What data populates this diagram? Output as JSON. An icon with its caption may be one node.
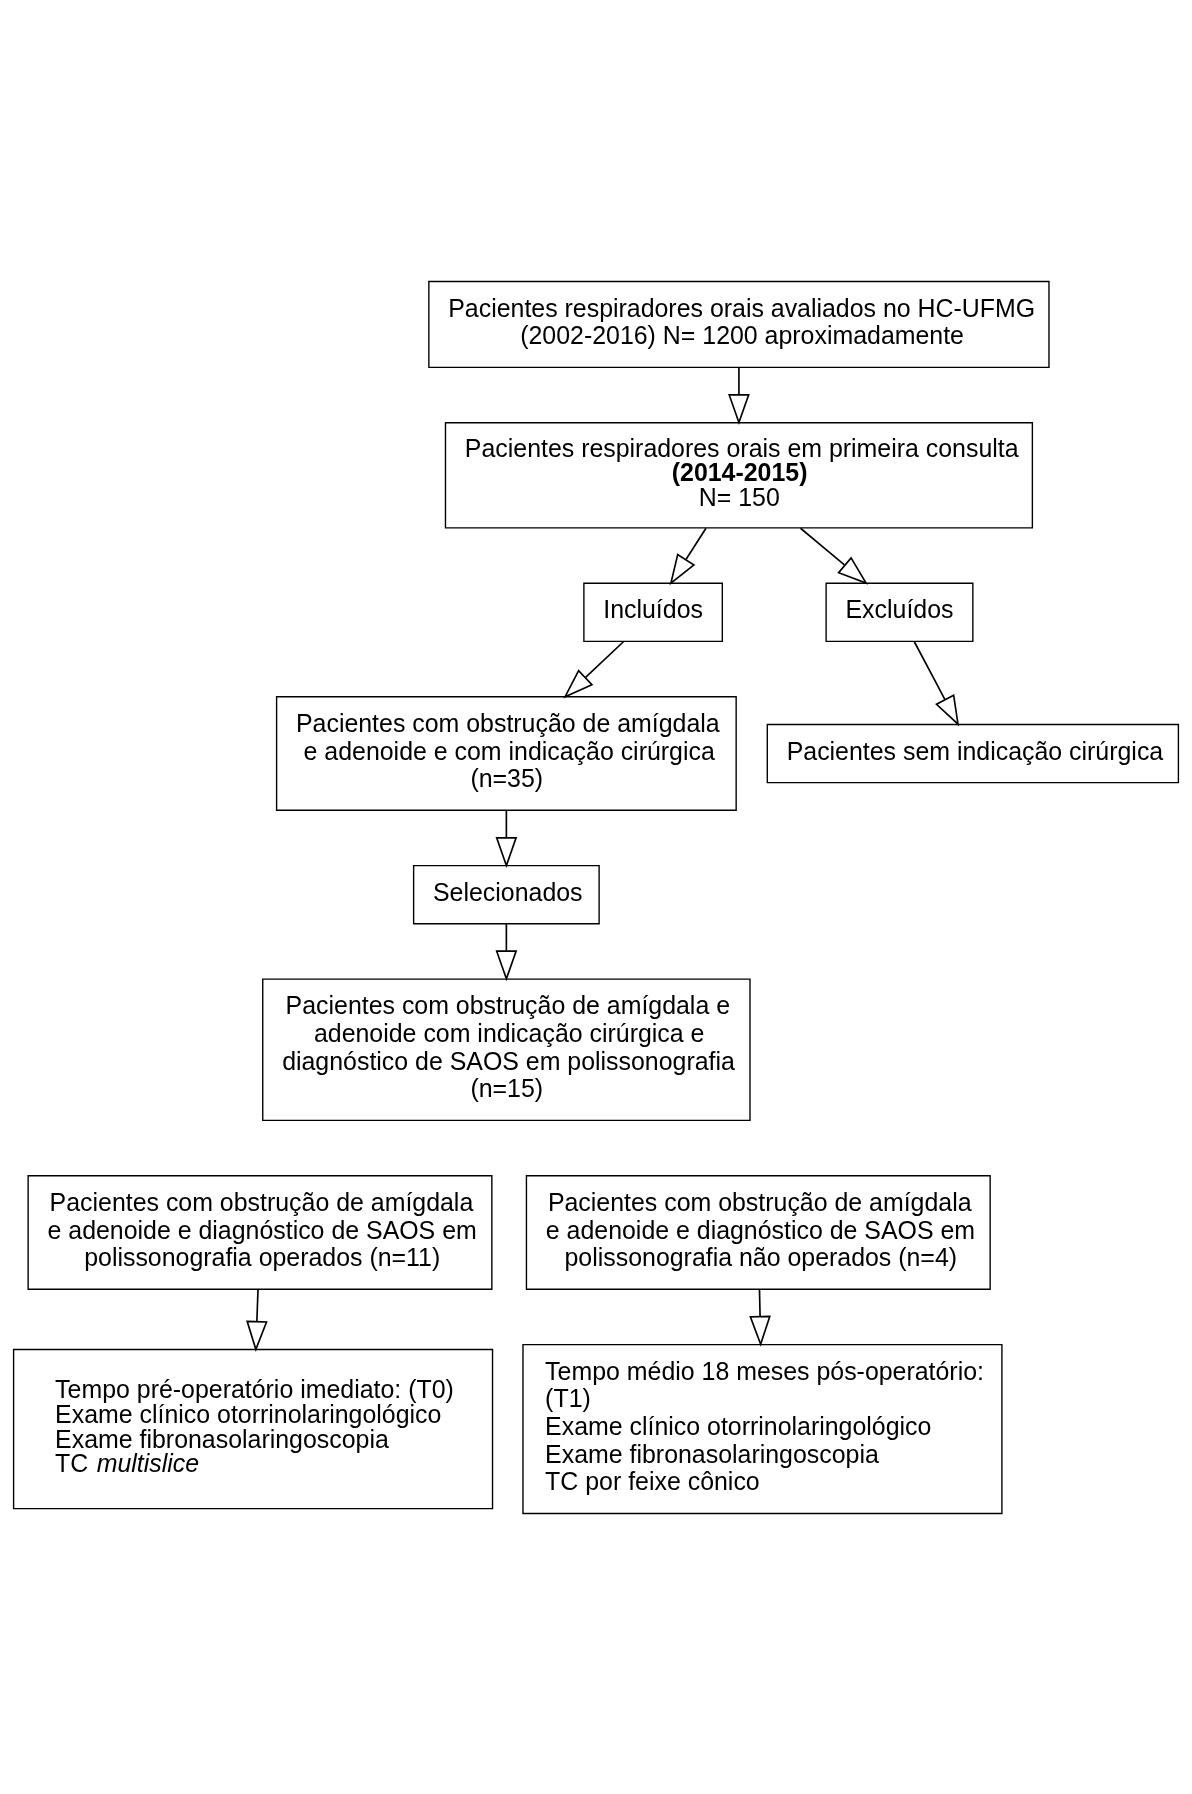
{
  "diagram": {
    "nodes": [
      {
        "text": [
          "Pacientes respiradores orais avaliados no HC-UFMG (2002-2016) N= 1200 aproximadamente"
        ]
      },
      {
        "text": [
          "Pacientes respiradores orais em primeira consulta **(2014-2015)** N= 150"
        ]
      },
      {
        "text": [
          "Incluídos"
        ]
      },
      {
        "text": [
          "Excluídos"
        ]
      },
      {
        "text": [
          "Pacientes com obstrução de amígdala e adenoide e com indicação cirúrgica (n=35)"
        ]
      },
      {
        "text": [
          "Pacientes sem indicação cirúrgica"
        ]
      },
      {
        "text": [
          "Selecionados"
        ]
      },
      {
        "text": [
          "Pacientes com obstrução de amígdala e adenoide com indicação cirúrgica e diagnóstico de SAOS em polissonografia (n=15)"
        ]
      },
      {
        "text": [
          "Pacientes com obstrução de amígdala e adenoide e diagnóstico de SAOS em polissonografia operados (n=11)"
        ]
      },
      {
        "text": [
          "Pacientes com obstrução de amígdala e adenoide e diagnóstico de SAOS em polissonografia não operados (n=4)"
        ]
      },
      {
        "text": [
          "Tempo pré-operatório imediato: (T0)",
          "Exame clínico otorrinolaringológico",
          "Exame fibronasolaringoscopia",
          "TC *multislice*"
        ]
      },
      {
        "text": [
          "Tempo médio 18 meses pós-operatório: (T1)",
          "Exame clínico otorrinolaringológico",
          "Exame fibronasolaringoscopia",
          "TC por feixe cônico"
        ]
      }
    ],
    "edges": [
      {
        "from": 0,
        "to": 1,
        "arrow": "to"
      },
      {
        "from": 1,
        "to": 2,
        "arrow": "to"
      },
      {
        "from": 1,
        "to": 3,
        "arrow": "to"
      },
      {
        "from": 2,
        "to": 4,
        "arrow": "to"
      },
      {
        "from": 3,
        "to": 5,
        "arrow": "to"
      },
      {
        "from": 4,
        "to": 6,
        "arrow": "to"
      },
      {
        "from": 6,
        "to": 7,
        "arrow": "to"
      },
      {
        "from": 8,
        "to": 10,
        "arrow": "to"
      },
      {
        "from": 9,
        "to": 11,
        "arrow": "to"
      }
    ]
  }
}
